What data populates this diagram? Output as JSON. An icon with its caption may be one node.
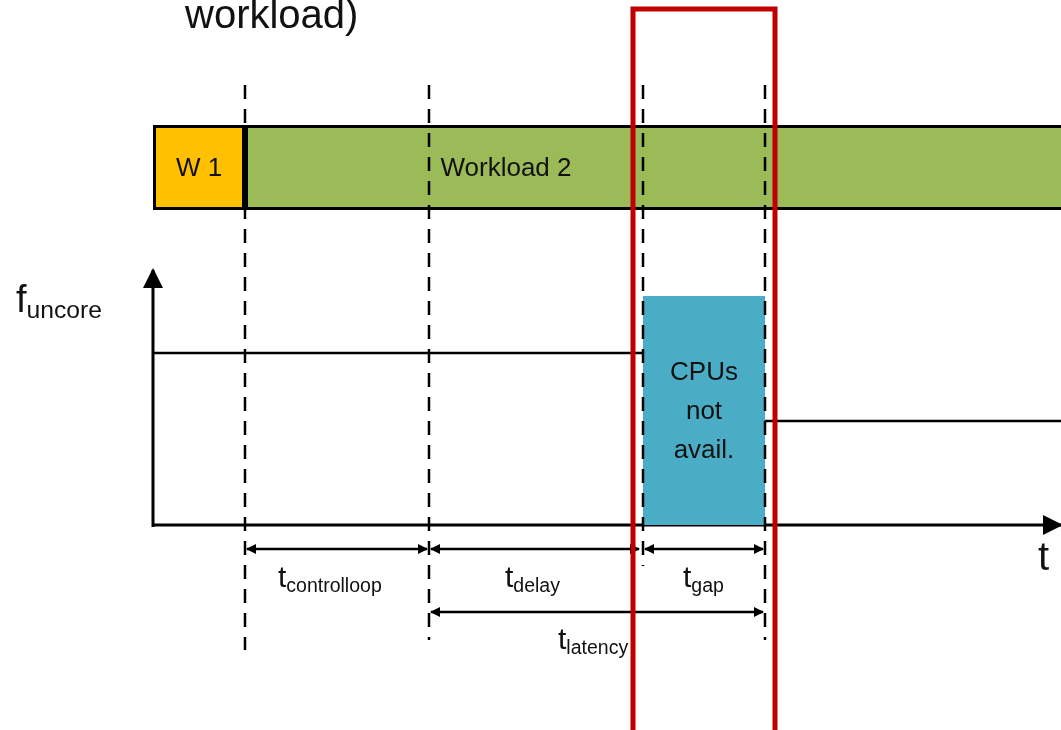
{
  "diagram": {
    "nodes": [
      {
        "text": [
          "W 1"
        ]
      },
      {
        "text": [
          "Workload 2"
        ]
      },
      {
        "text": [
          "CPUs not avail."
        ]
      }
    ],
    "labels": [
      "workload)",
      "f$_{uncore}$",
      "t",
      "t$_{controlloop}$",
      "t$_{delay}$",
      "t$_{gap}$",
      "t$_{latency}$"
    ]
  }
}
